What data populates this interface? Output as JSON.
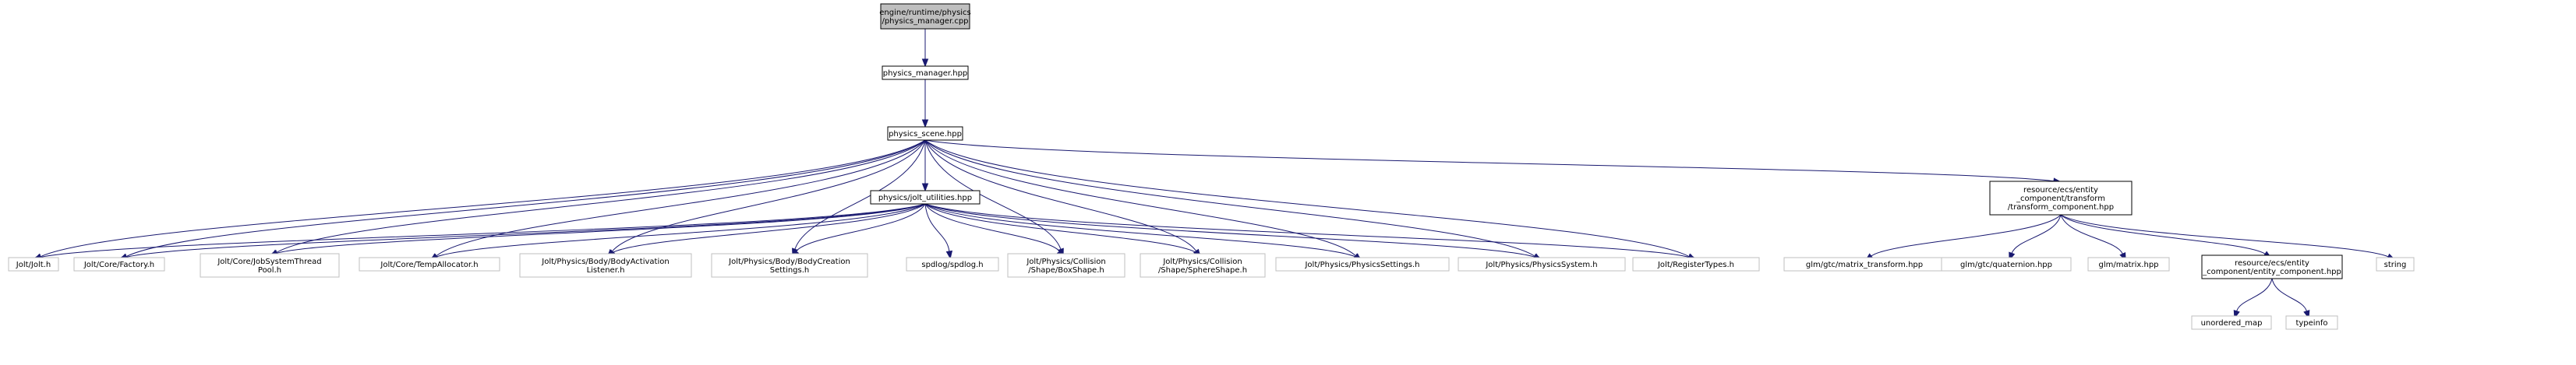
{
  "colors": {
    "edge": "#191970",
    "root_fill": "#bfbfbf",
    "node_fill": "#ffffff",
    "documented_border": "#000000",
    "external_border": "#bfbfbf",
    "external_text": "#404040"
  },
  "nodes": [
    {
      "id": "root",
      "lines": [
        "engine/runtime/physics",
        "/physics_manager.cpp"
      ],
      "style": "root"
    },
    {
      "id": "physics-manager-hpp",
      "lines": [
        "physics_manager.hpp"
      ],
      "style": "documented"
    },
    {
      "id": "physics-scene-hpp",
      "lines": [
        "physics_scene.hpp"
      ],
      "style": "documented"
    },
    {
      "id": "jolt-utilities-hpp",
      "lines": [
        "physics/jolt_utilities.hpp"
      ],
      "style": "documented"
    },
    {
      "id": "transform-component-hpp",
      "lines": [
        "resource/ecs/entity",
        "_component/transform",
        "/transform_component.hpp"
      ],
      "style": "documented"
    },
    {
      "id": "entity-component-hpp",
      "lines": [
        "resource/ecs/entity",
        "_component/entity_component.hpp"
      ],
      "style": "documented"
    },
    {
      "id": "jolt-h",
      "lines": [
        "Jolt/Jolt.h"
      ],
      "style": "external"
    },
    {
      "id": "factory-h",
      "lines": [
        "Jolt/Core/Factory.h"
      ],
      "style": "external"
    },
    {
      "id": "job-system-thread-pool-h",
      "lines": [
        "Jolt/Core/JobSystemThread",
        "Pool.h"
      ],
      "style": "external"
    },
    {
      "id": "temp-allocator-h",
      "lines": [
        "Jolt/Core/TempAllocator.h"
      ],
      "style": "external"
    },
    {
      "id": "body-activation-listener-h",
      "lines": [
        "Jolt/Physics/Body/BodyActivation",
        "Listener.h"
      ],
      "style": "external"
    },
    {
      "id": "body-creation-settings-h",
      "lines": [
        "Jolt/Physics/Body/BodyCreation",
        "Settings.h"
      ],
      "style": "external"
    },
    {
      "id": "spdlog-h",
      "lines": [
        "spdlog/spdlog.h"
      ],
      "style": "external"
    },
    {
      "id": "box-shape-h",
      "lines": [
        "Jolt/Physics/Collision",
        "/Shape/BoxShape.h"
      ],
      "style": "external"
    },
    {
      "id": "sphere-shape-h",
      "lines": [
        "Jolt/Physics/Collision",
        "/Shape/SphereShape.h"
      ],
      "style": "external"
    },
    {
      "id": "physics-settings-h",
      "lines": [
        "Jolt/Physics/PhysicsSettings.h"
      ],
      "style": "external"
    },
    {
      "id": "physics-system-h",
      "lines": [
        "Jolt/Physics/PhysicsSystem.h"
      ],
      "style": "external"
    },
    {
      "id": "register-types-h",
      "lines": [
        "Jolt/RegisterTypes.h"
      ],
      "style": "external"
    },
    {
      "id": "matrix-transform-hpp",
      "lines": [
        "glm/gtc/matrix_transform.hpp"
      ],
      "style": "external"
    },
    {
      "id": "quaternion-hpp",
      "lines": [
        "glm/gtc/quaternion.hpp"
      ],
      "style": "external"
    },
    {
      "id": "matrix-hpp",
      "lines": [
        "glm/matrix.hpp"
      ],
      "style": "external"
    },
    {
      "id": "string",
      "lines": [
        "string"
      ],
      "style": "external"
    },
    {
      "id": "unordered-map",
      "lines": [
        "unordered_map"
      ],
      "style": "external"
    },
    {
      "id": "typeinfo",
      "lines": [
        "typeinfo"
      ],
      "style": "external"
    }
  ],
  "edges": [
    [
      "root",
      "physics-manager-hpp"
    ],
    [
      "physics-manager-hpp",
      "physics-scene-hpp"
    ],
    [
      "physics-scene-hpp",
      "jolt-utilities-hpp"
    ],
    [
      "physics-scene-hpp",
      "transform-component-hpp"
    ],
    [
      "physics-scene-hpp",
      "jolt-h"
    ],
    [
      "physics-scene-hpp",
      "factory-h"
    ],
    [
      "physics-scene-hpp",
      "job-system-thread-pool-h"
    ],
    [
      "physics-scene-hpp",
      "temp-allocator-h"
    ],
    [
      "physics-scene-hpp",
      "body-activation-listener-h"
    ],
    [
      "physics-scene-hpp",
      "body-creation-settings-h"
    ],
    [
      "physics-scene-hpp",
      "box-shape-h"
    ],
    [
      "physics-scene-hpp",
      "sphere-shape-h"
    ],
    [
      "physics-scene-hpp",
      "physics-settings-h"
    ],
    [
      "physics-scene-hpp",
      "physics-system-h"
    ],
    [
      "physics-scene-hpp",
      "register-types-h"
    ],
    [
      "jolt-utilities-hpp",
      "jolt-h"
    ],
    [
      "jolt-utilities-hpp",
      "factory-h"
    ],
    [
      "jolt-utilities-hpp",
      "job-system-thread-pool-h"
    ],
    [
      "jolt-utilities-hpp",
      "temp-allocator-h"
    ],
    [
      "jolt-utilities-hpp",
      "body-activation-listener-h"
    ],
    [
      "jolt-utilities-hpp",
      "body-creation-settings-h"
    ],
    [
      "jolt-utilities-hpp",
      "spdlog-h"
    ],
    [
      "jolt-utilities-hpp",
      "box-shape-h"
    ],
    [
      "jolt-utilities-hpp",
      "sphere-shape-h"
    ],
    [
      "jolt-utilities-hpp",
      "physics-settings-h"
    ],
    [
      "jolt-utilities-hpp",
      "physics-system-h"
    ],
    [
      "jolt-utilities-hpp",
      "register-types-h"
    ],
    [
      "transform-component-hpp",
      "matrix-transform-hpp"
    ],
    [
      "transform-component-hpp",
      "quaternion-hpp"
    ],
    [
      "transform-component-hpp",
      "matrix-hpp"
    ],
    [
      "transform-component-hpp",
      "entity-component-hpp"
    ],
    [
      "transform-component-hpp",
      "string"
    ],
    [
      "entity-component-hpp",
      "unordered-map"
    ],
    [
      "entity-component-hpp",
      "typeinfo"
    ]
  ]
}
